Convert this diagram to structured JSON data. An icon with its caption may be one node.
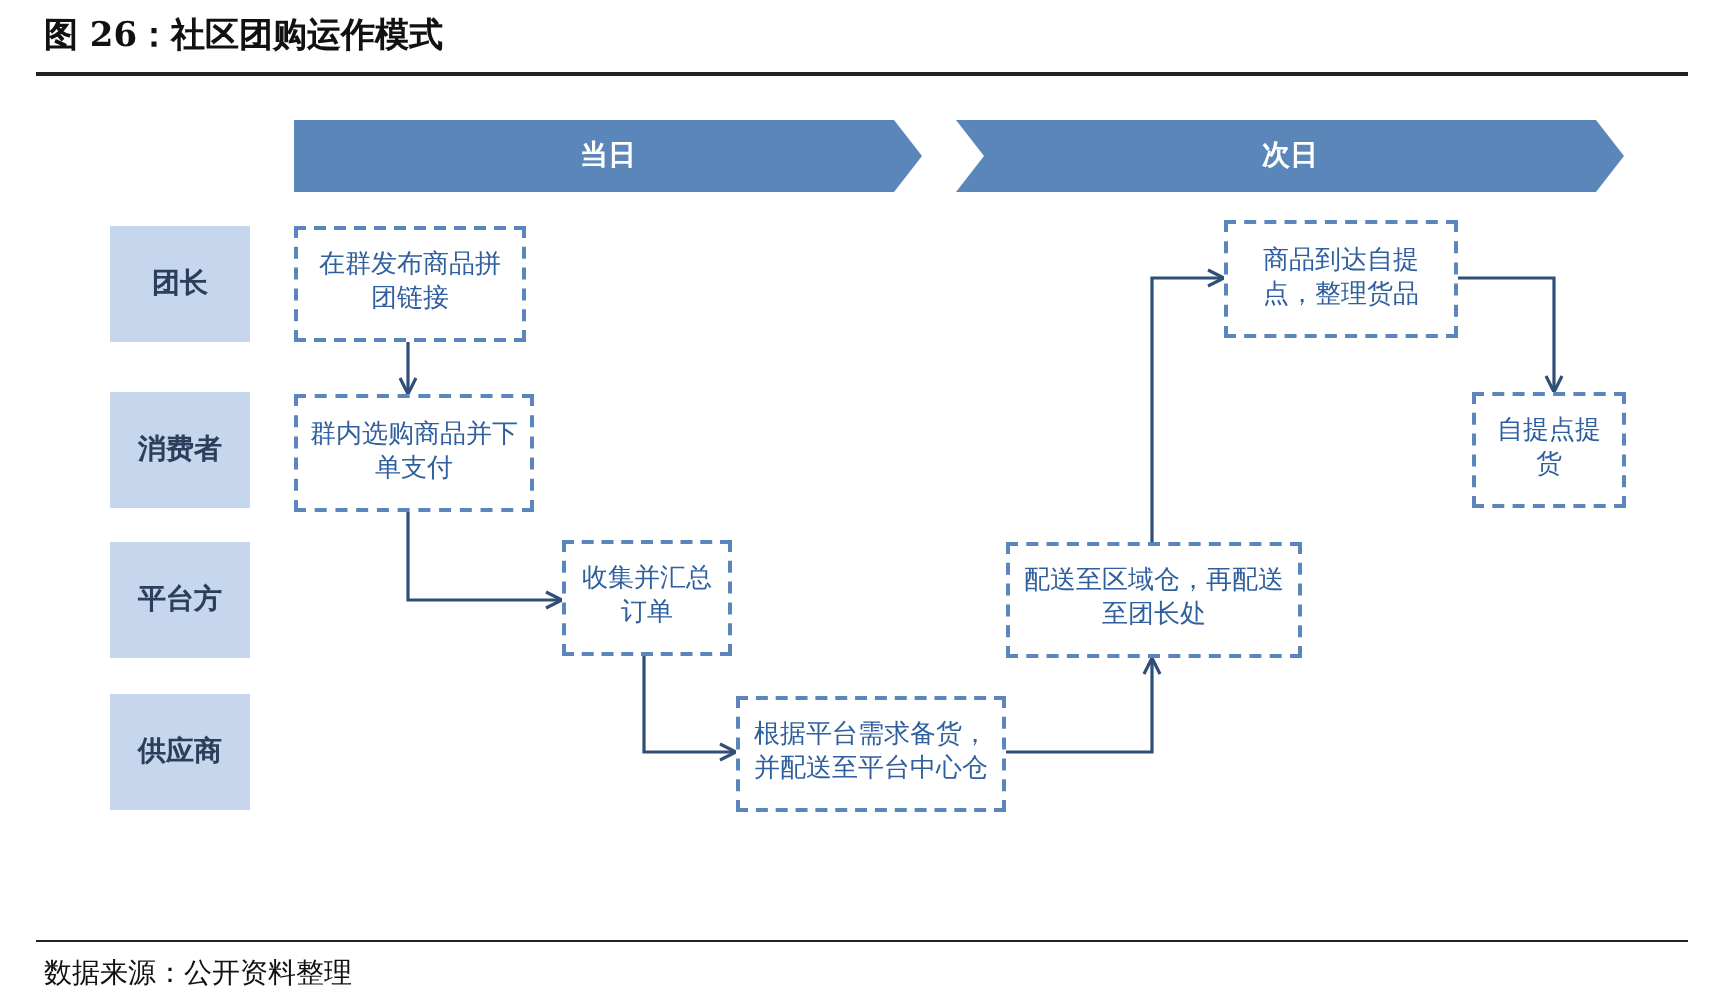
{
  "diagram": {
    "title": "图 26：社区团购运作模式",
    "nodes": [
      {
        "text": [
          "当日"
        ]
      },
      {
        "text": [
          "次日"
        ]
      },
      {
        "text": [
          "团长"
        ]
      },
      {
        "text": [
          "消费者"
        ]
      },
      {
        "text": [
          "平台方"
        ]
      },
      {
        "text": [
          "供应商"
        ]
      },
      {
        "text": [
          "在群发布商品拼团链接"
        ]
      },
      {
        "text": [
          "群内选购商品并下单支付"
        ]
      },
      {
        "text": [
          "收集并汇总订单"
        ]
      },
      {
        "text": [
          "根据平台需求备货，并配送至平台中心仓"
        ]
      },
      {
        "text": [
          "配送至区域仓，再配送至团长处"
        ]
      },
      {
        "text": [
          "商品到达自提点，整理货品"
        ]
      },
      {
        "text": [
          "自提点提货"
        ]
      }
    ],
    "edges": [
      {
        "from": 6,
        "to": 7,
        "arrow": "to"
      },
      {
        "from": 7,
        "to": 8,
        "arrow": "to"
      },
      {
        "from": 8,
        "to": 9,
        "arrow": "to"
      },
      {
        "from": 9,
        "to": 10,
        "arrow": "to"
      },
      {
        "from": 10,
        "to": 11,
        "arrow": "to"
      },
      {
        "from": 11,
        "to": 12,
        "arrow": "to"
      }
    ],
    "labels": [
      "数据来源：公开资料整理"
    ]
  }
}
